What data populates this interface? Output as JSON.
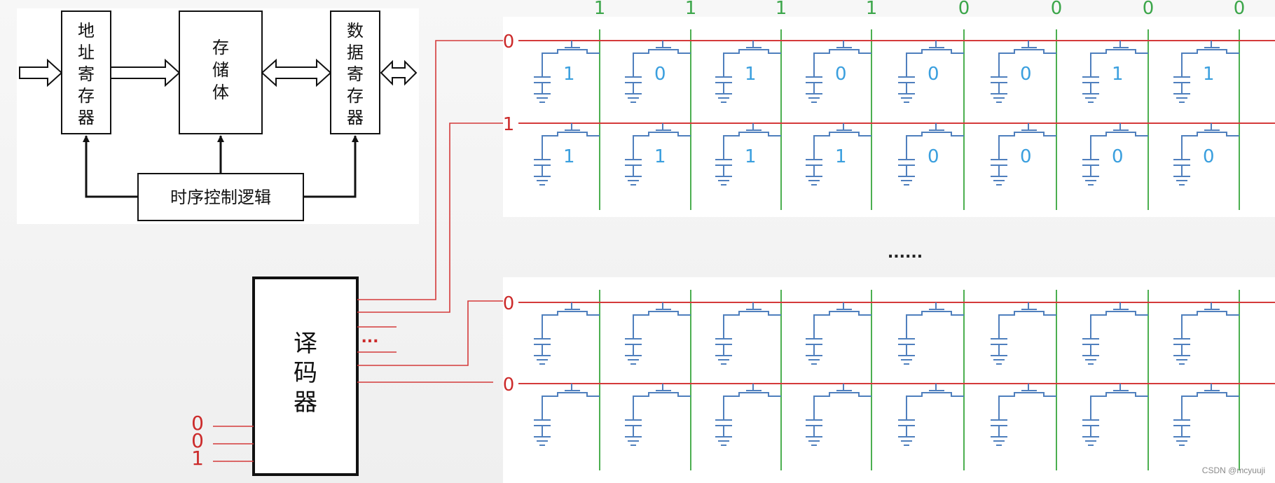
{
  "block_diagram": {
    "address_register": "地址寄存器",
    "storage": "存储体",
    "data_register": "数据寄存器",
    "timing_logic": "时序控制逻辑"
  },
  "decoder": {
    "label": "译码器",
    "inputs": [
      "0",
      "0",
      "1"
    ],
    "output_ellipsis": "..."
  },
  "memory_array": {
    "bit_lines": [
      "1",
      "1",
      "1",
      "1",
      "0",
      "0",
      "0",
      "0"
    ],
    "rows": [
      {
        "word_line": "0",
        "cells": [
          "1",
          "0",
          "1",
          "0",
          "0",
          "0",
          "1",
          "1"
        ]
      },
      {
        "word_line": "1",
        "cells": [
          "1",
          "1",
          "1",
          "1",
          "0",
          "0",
          "0",
          "0"
        ]
      },
      {
        "word_line": "0",
        "cells": [
          "",
          "",
          "",
          "",
          "",
          "",
          "",
          ""
        ]
      },
      {
        "word_line": "0",
        "cells": [
          "",
          "",
          "",
          "",
          "",
          "",
          "",
          ""
        ]
      }
    ],
    "gap_ellipsis": "......"
  },
  "colors": {
    "word_line": "#d43a3a",
    "bit_line": "#4caf50",
    "cell": "#4f7fbd",
    "cell_value": "#3a9fde"
  },
  "watermark": "CSDN @mcyuuji"
}
